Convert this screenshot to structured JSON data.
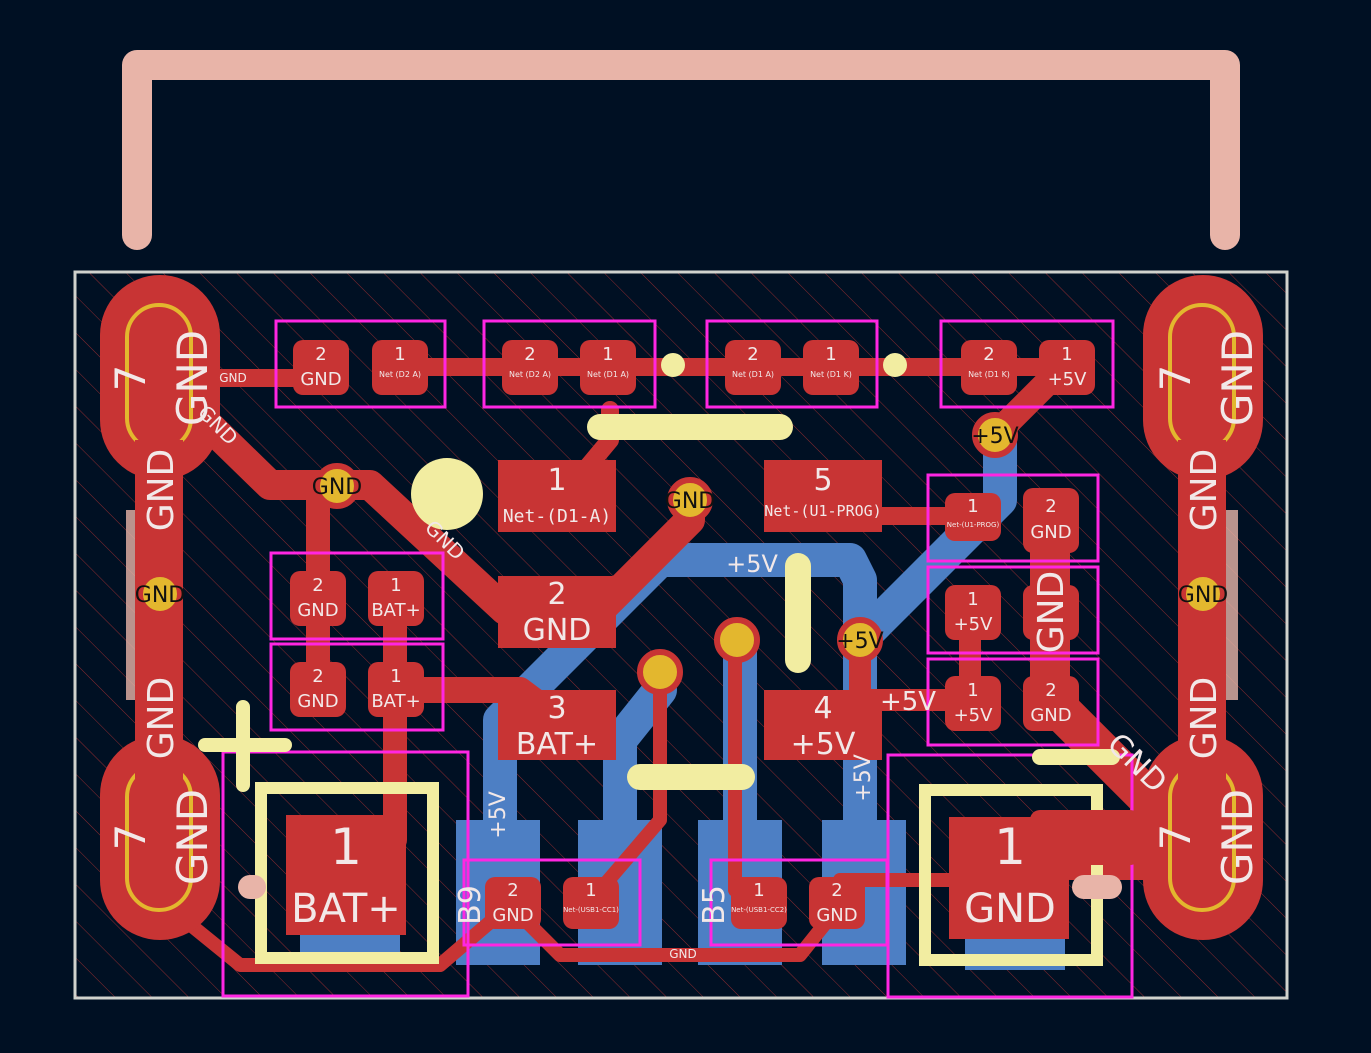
{
  "colors": {
    "background": "#001023",
    "copper_front": "#c83434",
    "copper_back": "#4d7fc4",
    "silkscreen": "#f2eda1",
    "courtyard": "#ff26e2",
    "outline": "#d0d2cd",
    "usb_shell": "#e8b4a8",
    "via_fill": "#e3b72e"
  },
  "mounting_holes": {
    "number": "7",
    "net": "GND"
  },
  "net_labels": {
    "gnd": "GND",
    "plus5v": "+5V",
    "bat_plus": "BAT+",
    "net_d1_a": "Net-(D1-A)",
    "net_u1_prog": "Net-(U1-PROG)",
    "net_d2_a_short": "Net (D2 A)",
    "net_d1_a_short": "Net (D1 A)",
    "net_d1_k_short": "Net (D1 K)",
    "net_u1_prog_short": "Net-(U1-PROG)",
    "net_usb1_cc1": "Net-(USB1-CC1)",
    "net_usb1_cc2": "Net-(USB1-CC2)"
  },
  "pad_numbers": {
    "p1": "1",
    "p2": "2",
    "p3": "3",
    "p4": "4",
    "p5": "5"
  },
  "ic_pads": [
    {
      "num": "1",
      "net": "Net-(D1-A)"
    },
    {
      "num": "2",
      "net": "GND"
    },
    {
      "num": "3",
      "net": "BAT+"
    },
    {
      "num": "4",
      "net": "+5V"
    },
    {
      "num": "5",
      "net": "Net-(U1-PROG)"
    }
  ],
  "connectors": [
    {
      "num": "1",
      "net": "BAT+"
    },
    {
      "num": "1",
      "net": "GND"
    }
  ],
  "usb_pad_labels": [
    "B9",
    "B5"
  ]
}
